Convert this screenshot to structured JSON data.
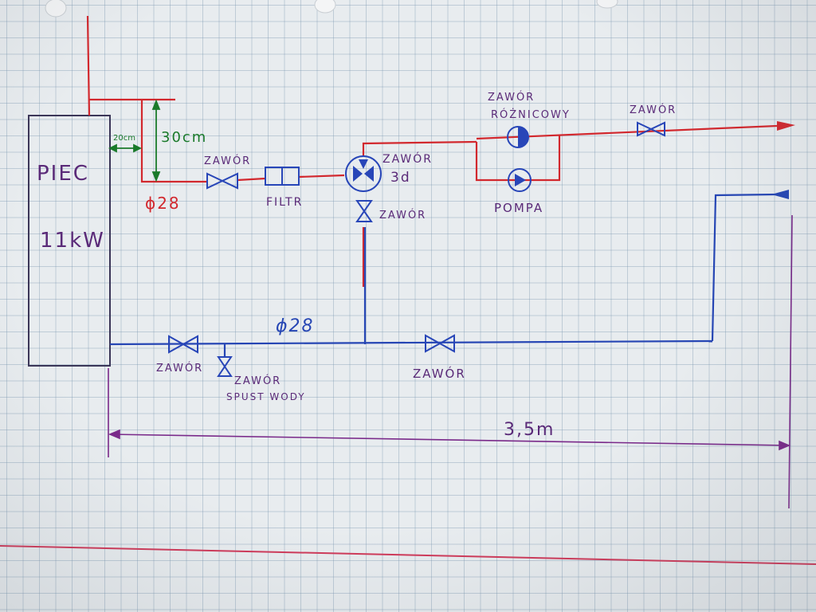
{
  "colors": {
    "supply": "#d2282e",
    "return": "#2646b4",
    "dimension": "#7a2a8a",
    "label": "#5a2a78",
    "component": "#2846b8",
    "box": "#3b3658",
    "dim_green": "#1a7a2a",
    "margin_line": "#cf3a5a"
  },
  "labels": {
    "boiler_name": "PIEC",
    "boiler_power": "11kW",
    "dim_20": "20cm",
    "dim_30": "30cm",
    "diameter_supply": "ϕ28",
    "diameter_return": "ϕ28",
    "valve_supply": "ZAWÓR",
    "filter": "FILTR",
    "valve_3d_line1": "ZAWÓR",
    "valve_3d_line2": "3d",
    "valve_bypass": "ZAWÓR",
    "diff_valve_line1": "ZAWÓR",
    "diff_valve_line2": "RÓŻNICOWY",
    "pump": "POMPA",
    "valve_right": "ZAWÓR",
    "valve_return_left": "ZAWÓR",
    "drain_line1": "ZAWÓR",
    "drain_line2": "SPUST WODY",
    "valve_return_mid": "ZAWÓR",
    "length": "3,5m"
  }
}
